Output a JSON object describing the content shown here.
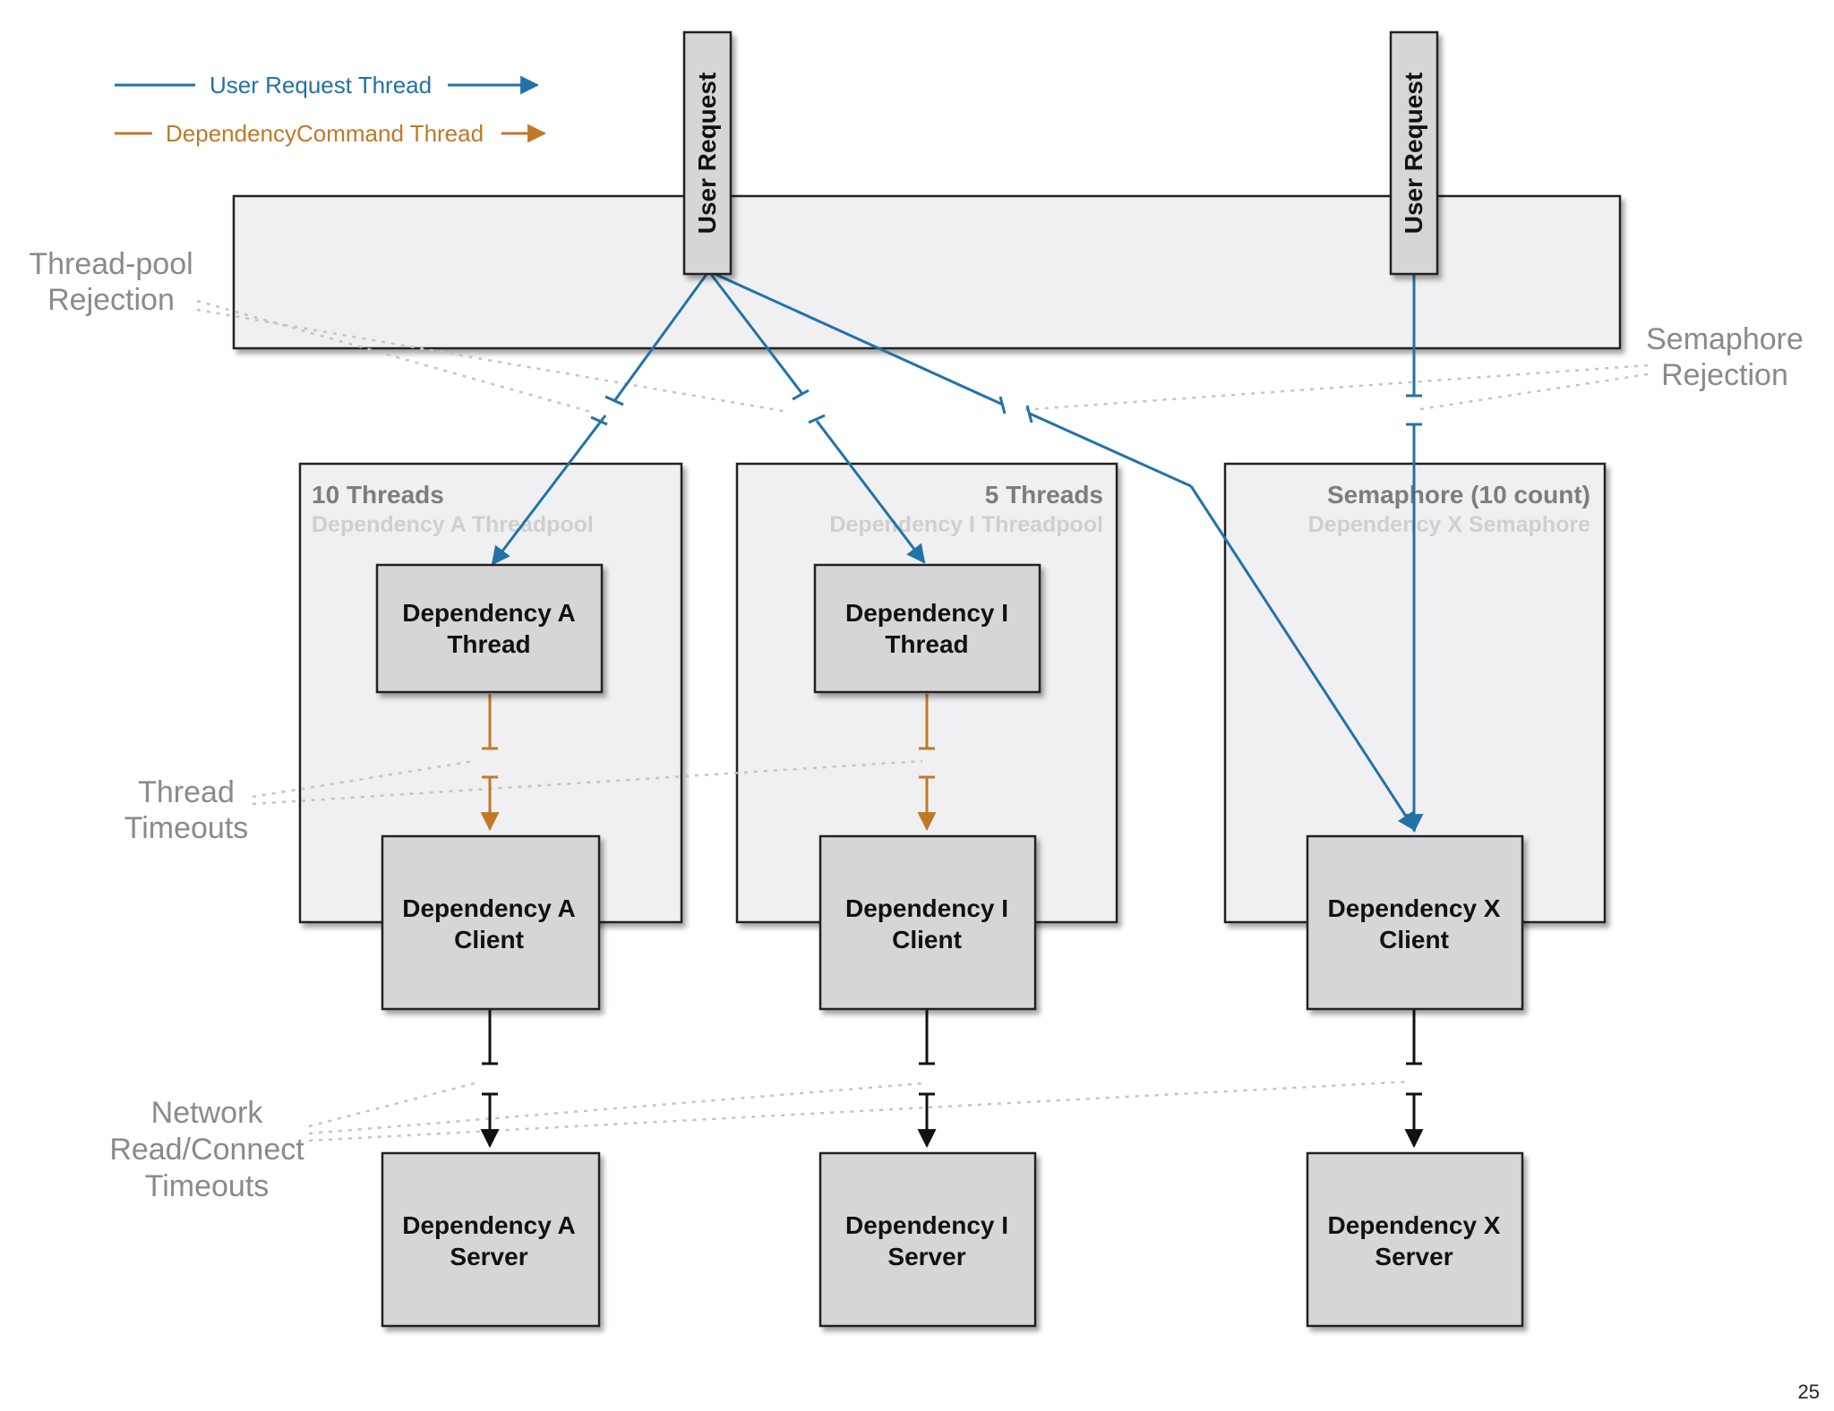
{
  "legend": {
    "user_request_thread": "User Request Thread",
    "dependency_command_thread": "DependencyCommand Thread",
    "colors": {
      "user": "#2272a8",
      "dependency": "#c17826"
    }
  },
  "user_request_label": "User Request",
  "annotations": {
    "threadpool_rejection": [
      "Thread-pool",
      "Rejection"
    ],
    "semaphore_rejection": [
      "Semaphore",
      "Rejection"
    ],
    "thread_timeouts": [
      "Thread",
      "Timeouts"
    ],
    "network_timeouts": [
      "Network",
      "Read/Connect",
      "Timeouts"
    ]
  },
  "pools": [
    {
      "title": "10 Threads",
      "subtitle": "Dependency A Threadpool"
    },
    {
      "title": "5 Threads",
      "subtitle": "Dependency I Threadpool"
    },
    {
      "title": "Semaphore (10 count)",
      "subtitle": "Dependency X Semaphore"
    }
  ],
  "boxes": {
    "dep_a_thread": [
      "Dependency A",
      "Thread"
    ],
    "dep_i_thread": [
      "Dependency I",
      "Thread"
    ],
    "dep_a_client": [
      "Dependency A",
      "Client"
    ],
    "dep_i_client": [
      "Dependency I",
      "Client"
    ],
    "dep_x_client": [
      "Dependency X",
      "Client"
    ],
    "dep_a_server": [
      "Dependency A",
      "Server"
    ],
    "dep_i_server": [
      "Dependency I",
      "Server"
    ],
    "dep_x_server": [
      "Dependency X",
      "Server"
    ]
  },
  "page_number": "25"
}
